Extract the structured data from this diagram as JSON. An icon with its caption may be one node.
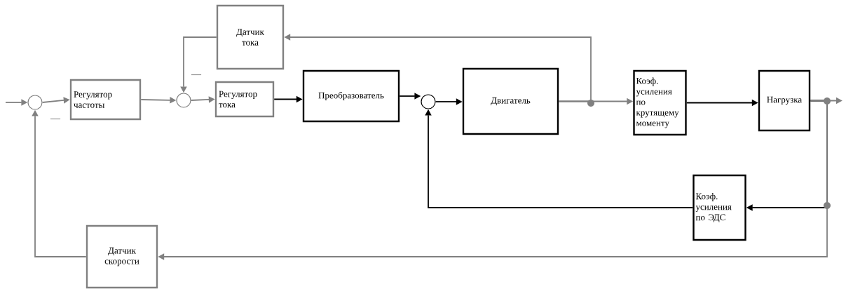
{
  "diagram": {
    "nodes": [
      {
        "text": [],
        "shape": "circle"
      },
      {
        "text": [
          "Регулятор частоты"
        ]
      },
      {
        "text": [],
        "shape": "circle"
      },
      {
        "text": [
          "Датчик тока"
        ]
      },
      {
        "text": [
          "Регулятор тока"
        ]
      },
      {
        "text": [
          "Преобразователь"
        ]
      },
      {
        "text": [],
        "shape": "circle"
      },
      {
        "text": [
          "Двигатель"
        ]
      },
      {
        "text": [
          "Коэф. усиления по крутящему моменту"
        ]
      },
      {
        "text": [
          "Нагрузка"
        ]
      },
      {
        "text": [
          "Коэф. усиления по ЭДС"
        ]
      },
      {
        "text": [
          "Датчик скорости"
        ]
      }
    ],
    "edges": [
      {
        "from": null,
        "to": 0,
        "arrow": "to"
      },
      {
        "from": 0,
        "to": 1,
        "arrow": "to"
      },
      {
        "from": 1,
        "to": 2,
        "arrow": "to"
      },
      {
        "from": 3,
        "to": 2,
        "arrow": "to"
      },
      {
        "from": 2,
        "to": 4,
        "arrow": "to"
      },
      {
        "from": 4,
        "to": 5,
        "arrow": "to",
        "color": "#000000"
      },
      {
        "from": 5,
        "to": 6,
        "arrow": "to",
        "color": "#000000"
      },
      {
        "from": 6,
        "to": 7,
        "arrow": "to",
        "color": "#000000"
      },
      {
        "from": 7,
        "to": 3,
        "arrow": "to"
      },
      {
        "from": 7,
        "to": 8,
        "arrow": "to"
      },
      {
        "from": 8,
        "to": 9,
        "arrow": "to",
        "color": "#000000"
      },
      {
        "from": 9,
        "to": null,
        "arrow": "to"
      },
      {
        "from": 9,
        "to": 10,
        "arrow": "to",
        "color": "#000000"
      },
      {
        "from": 10,
        "to": 6,
        "arrow": "to",
        "color": "#000000"
      },
      {
        "from": 9,
        "to": 11,
        "arrow": "to"
      },
      {
        "from": 11,
        "to": 0,
        "arrow": "to"
      }
    ],
    "labels": [
      "—",
      "—"
    ]
  }
}
